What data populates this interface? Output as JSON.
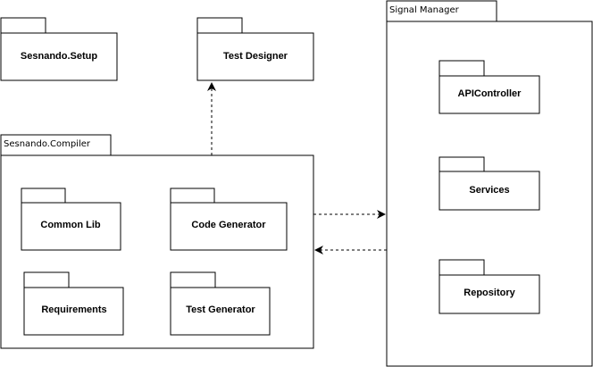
{
  "packages": {
    "sesnando_setup": "Sesnando.Setup",
    "test_designer": "Test Designer",
    "common_lib": "Common Lib",
    "code_generator": "Code Generator",
    "requirements": "Requirements",
    "test_generator": "Test Generator",
    "api_controller": "APIController",
    "services": "Services",
    "repository": "Repository"
  },
  "containers": {
    "sesnando_compiler": "Sesnando.Compiler",
    "signal_manager": "Signal Manager"
  },
  "colors": {
    "stroke": "#000000",
    "background": "#ffffff"
  }
}
